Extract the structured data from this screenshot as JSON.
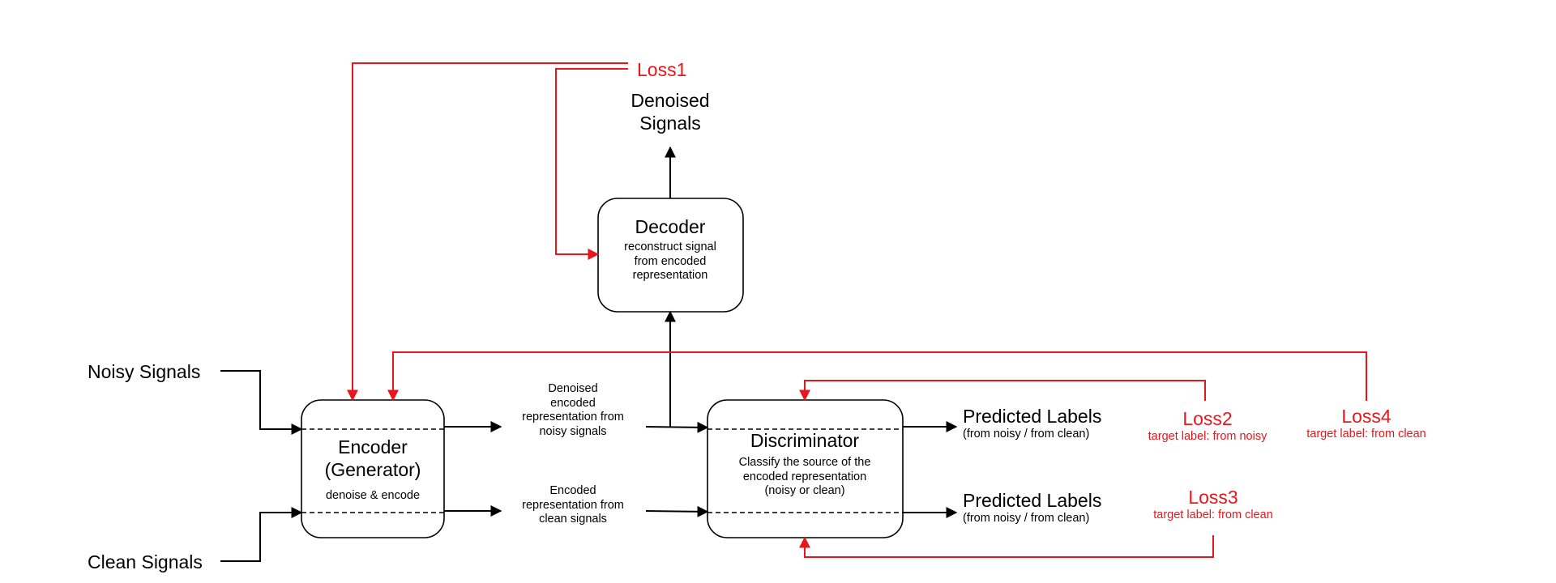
{
  "inputs": {
    "noisy": "Noisy Signals",
    "clean": "Clean Signals"
  },
  "encoder": {
    "title_lines": [
      "Encoder",
      "(Generator)"
    ],
    "subtitle": "denoise & encode"
  },
  "decoder": {
    "title": "Decoder",
    "subtitle_lines": [
      "reconstruct signal",
      "from encoded",
      "representation"
    ]
  },
  "discriminator": {
    "title": "Discriminator",
    "subtitle_lines": [
      "Classify the source  of the",
      "encoded representation",
      "(noisy or clean)"
    ]
  },
  "outputs": {
    "denoised_lines": [
      "Denoised",
      "Signals"
    ],
    "predicted_top": {
      "title": "Predicted Labels",
      "sub": "(from noisy / from clean)"
    },
    "predicted_bottom": {
      "title": "Predicted Labels",
      "sub": "(from noisy / from clean)"
    }
  },
  "representations": {
    "noisy_lines": [
      "Denoised",
      "encoded",
      "representation  from",
      "noisy signals"
    ],
    "clean_lines": [
      "Encoded",
      "representation  from",
      "clean signals"
    ]
  },
  "losses": {
    "loss1": {
      "label": "Loss1"
    },
    "loss2": {
      "label": "Loss2",
      "target": "target label: from noisy"
    },
    "loss3": {
      "label": "Loss3",
      "target": "target label: from clean"
    },
    "loss4": {
      "label": "Loss4",
      "target": "target label: from clean"
    }
  },
  "colors": {
    "loss_color": "#e8161b",
    "line_color": "#000000"
  }
}
